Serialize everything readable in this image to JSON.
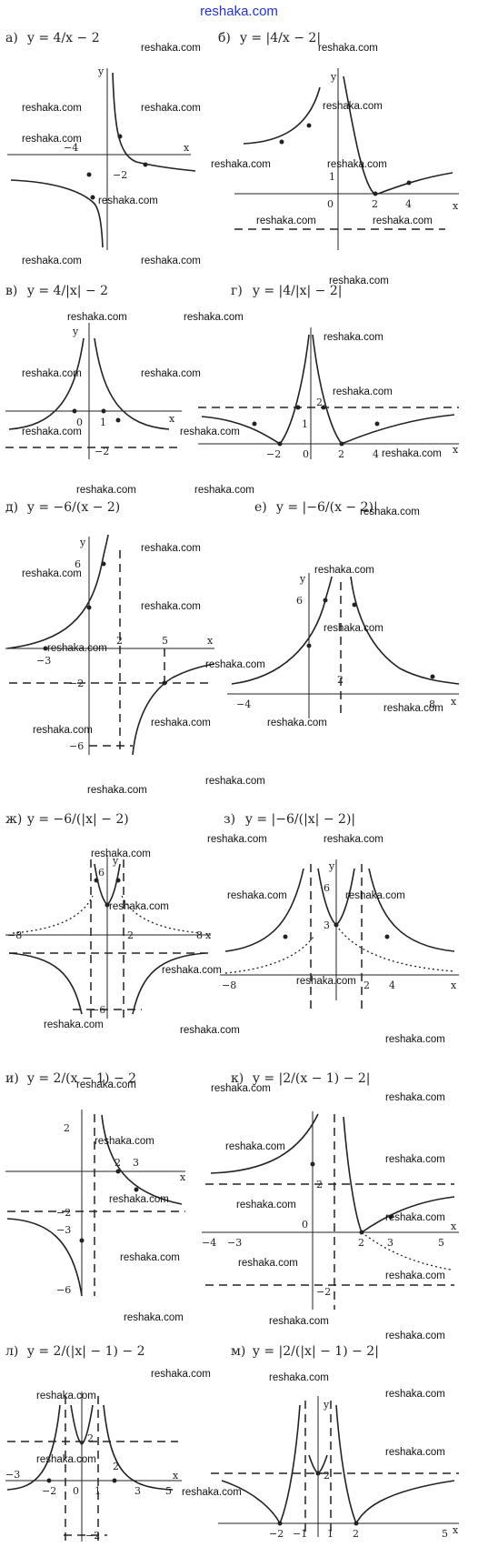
{
  "site": "reshaka.com",
  "watermark": "reshaka.com",
  "problems": [
    {
      "letter": "а)",
      "formula": "y = 4/x − 2",
      "ticks": [
        "−4",
        "−2",
        "x",
        "y"
      ]
    },
    {
      "letter": "б)",
      "formula": "y = |4/x − 2|",
      "ticks": [
        "0",
        "1",
        "2",
        "4",
        "x",
        "y"
      ]
    },
    {
      "letter": "в)",
      "formula": "y = 4/|x| − 2",
      "ticks": [
        "0",
        "1",
        "−2",
        "x",
        "y"
      ]
    },
    {
      "letter": "г)",
      "formula": "y = |4/|x| − 2|",
      "ticks": [
        "−2",
        "0",
        "1",
        "2",
        "2",
        "4",
        "x"
      ]
    },
    {
      "letter": "д)",
      "formula": "y = −6/(x − 2)",
      "ticks": [
        "6",
        "2",
        "5",
        "−3",
        "−2",
        "−6",
        "x",
        "y"
      ]
    },
    {
      "letter": "е)",
      "formula": "y = |−6/(x − 2)|",
      "ticks": [
        "6",
        "2",
        "−4",
        "8",
        "x",
        "y"
      ]
    },
    {
      "letter": "ж)",
      "formula": "y = −6/(|x| − 2)",
      "ticks": [
        "6",
        "−8",
        "2",
        "8",
        "−6",
        "x",
        "y"
      ]
    },
    {
      "letter": "з)",
      "formula": "y = |−6/(|x| − 2)|",
      "ticks": [
        "6",
        "3",
        "−8",
        "2",
        "4",
        "x",
        "y"
      ]
    },
    {
      "letter": "и)",
      "formula": "y = 2/(x − 1) − 2",
      "ticks": [
        "2",
        "2",
        "3",
        "−2",
        "−3",
        "−6",
        "x"
      ]
    },
    {
      "letter": "к)",
      "formula": "y = |2/(x − 1) − 2|",
      "ticks": [
        "2",
        "0",
        "−4",
        "−3",
        "2",
        "3",
        "5",
        "−2",
        "x"
      ]
    },
    {
      "letter": "л)",
      "formula": "y = 2/(|x| − 1) − 2",
      "ticks": [
        "2",
        "−3",
        "−2",
        "0",
        "1",
        "2",
        "3",
        "5",
        "−2",
        "x"
      ]
    },
    {
      "letter": "м)",
      "formula": "y = |2/(|x| − 1) − 2|",
      "ticks": [
        "2",
        "−2",
        "−1",
        "1",
        "2",
        "5",
        "x",
        "y"
      ]
    }
  ]
}
